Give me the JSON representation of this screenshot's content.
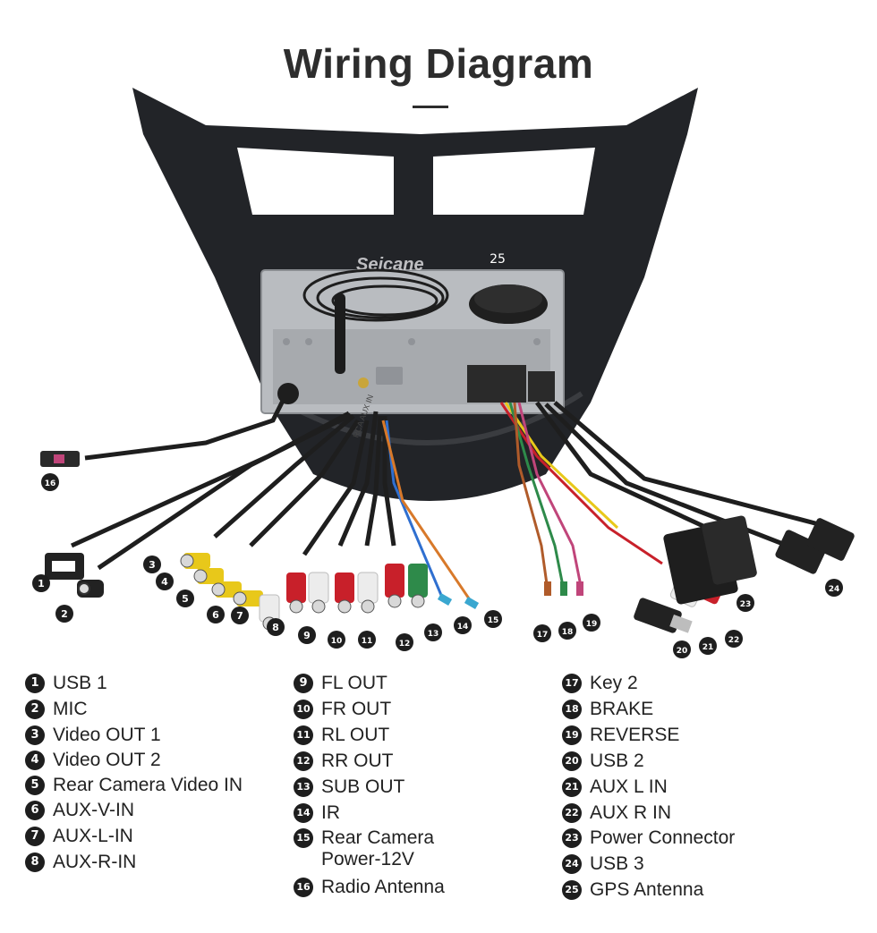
{
  "page": {
    "title": "Wiring Diagram"
  },
  "diagram": {
    "watermark": "Seicane",
    "harness_label": "RCA AUX IN",
    "callouts": [
      "1",
      "2",
      "3",
      "4",
      "5",
      "6",
      "7",
      "8",
      "9",
      "10",
      "11",
      "12",
      "13",
      "14",
      "15",
      "16",
      "17",
      "18",
      "19",
      "20",
      "21",
      "22",
      "23",
      "24",
      "25"
    ]
  },
  "legend": {
    "items": [
      {
        "num": "1",
        "label": "USB 1"
      },
      {
        "num": "2",
        "label": "MIC"
      },
      {
        "num": "3",
        "label": "Video OUT 1"
      },
      {
        "num": "4",
        "label": "Video OUT 2"
      },
      {
        "num": "5",
        "label": "Rear Camera Video IN"
      },
      {
        "num": "6",
        "label": "AUX-V-IN"
      },
      {
        "num": "7",
        "label": "AUX-L-IN"
      },
      {
        "num": "8",
        "label": "AUX-R-IN"
      },
      {
        "num": "9",
        "label": "FL OUT"
      },
      {
        "num": "10",
        "label": "FR OUT"
      },
      {
        "num": "11",
        "label": "RL OUT"
      },
      {
        "num": "12",
        "label": "RR OUT"
      },
      {
        "num": "13",
        "label": "SUB OUT"
      },
      {
        "num": "14",
        "label": "IR"
      },
      {
        "num": "15",
        "label": "Rear Camera\nPower-12V"
      },
      {
        "num": "16",
        "label": "Radio Antenna"
      },
      {
        "num": "17",
        "label": "Key 2"
      },
      {
        "num": "18",
        "label": "BRAKE"
      },
      {
        "num": "19",
        "label": "REVERSE"
      },
      {
        "num": "20",
        "label": "USB 2"
      },
      {
        "num": "21",
        "label": "AUX L IN"
      },
      {
        "num": "22",
        "label": "AUX R IN"
      },
      {
        "num": "23",
        "label": "Power Connector"
      },
      {
        "num": "24",
        "label": "USB 3"
      },
      {
        "num": "25",
        "label": "GPS Antenna"
      }
    ]
  },
  "colors": {
    "frame": "#222428",
    "chassis": "#b9bcc0",
    "badge": "#1e1e1e",
    "rca_yellow": "#e8c81a",
    "rca_red": "#c8202a",
    "rca_white": "#ececec",
    "rca_green": "#2e8a4a",
    "connector_pink": "#c0457a"
  }
}
